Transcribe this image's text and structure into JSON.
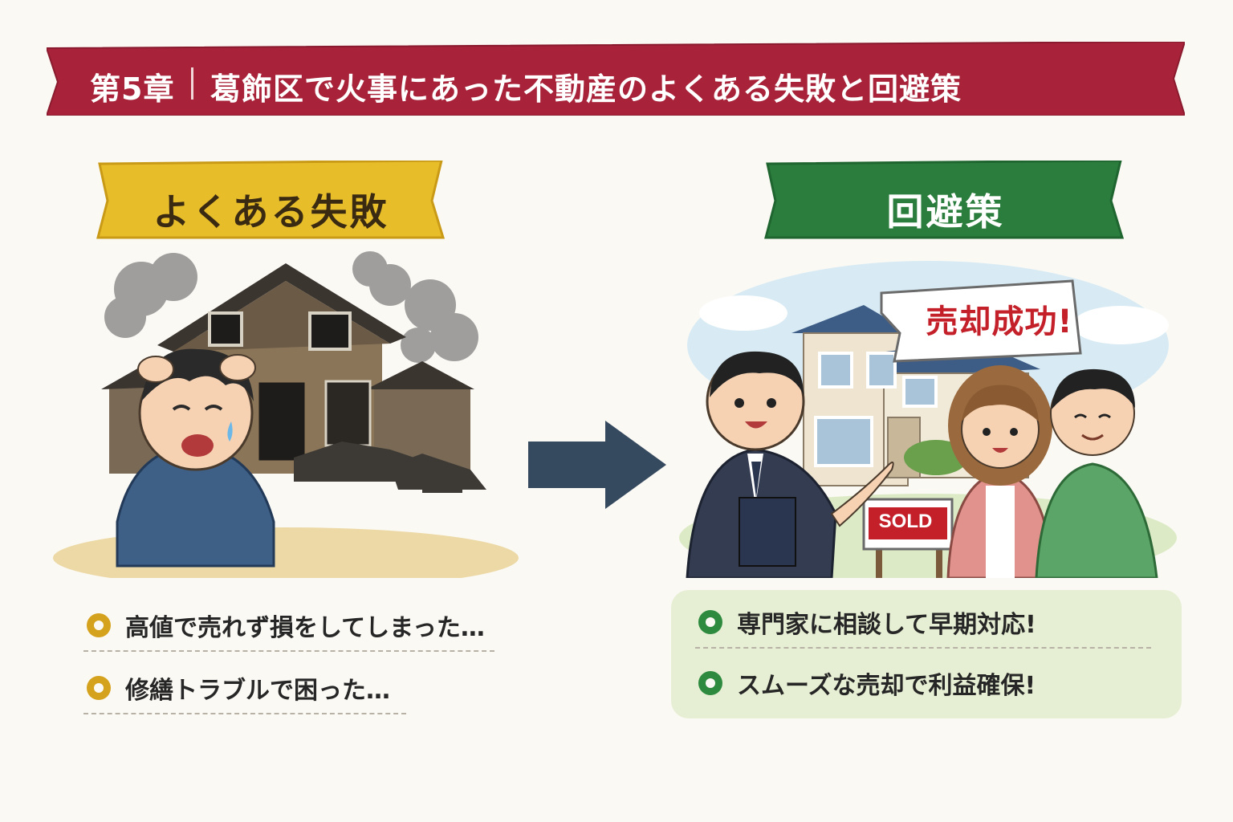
{
  "header": {
    "chapter": "第5章",
    "title": "葛飾区で火事にあった不動産のよくある失敗と回避策"
  },
  "fail_section": {
    "label": "よくある失敗",
    "items": [
      "高値で売れず損をしてしまった…",
      "修繕トラブルで困った…"
    ]
  },
  "avoid_section": {
    "label": "回避策",
    "sign": "売却成功!",
    "sold_sign": "SOLD",
    "items": [
      "専門家に相談して早期対応!",
      "スムーズな売却で利益確保!"
    ]
  },
  "colors": {
    "banner_red": "#a8233a",
    "ribbon_gold": "#e8bd2a",
    "ribbon_green": "#2a7d3c",
    "arrow_navy": "#35495f"
  }
}
